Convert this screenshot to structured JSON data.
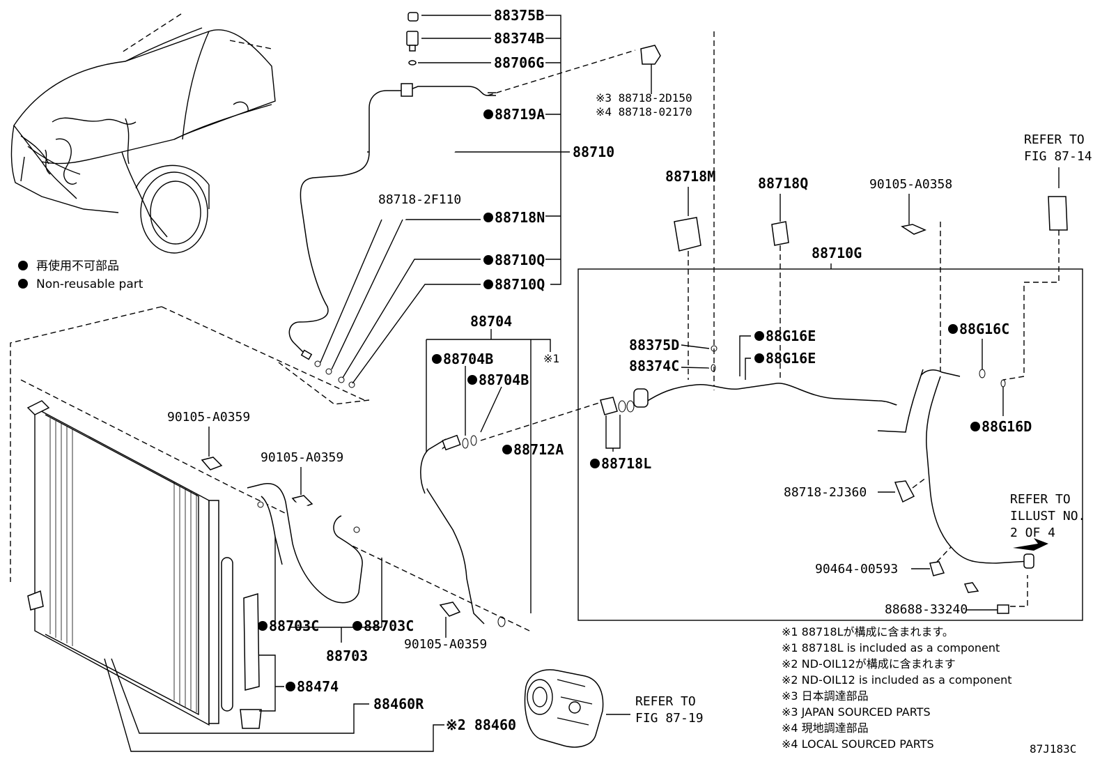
{
  "legend": {
    "jp": "再使用不可部品",
    "en": "Non-reusable part"
  },
  "labels": {
    "p88375B": "88375B",
    "p88374B": "88374B",
    "p88706G": "88706G",
    "p88719A": "88719A",
    "p88710": "88710",
    "p88718_2F110": "88718-2F110",
    "p88718N": "88718N",
    "p88710Q_1": "88710Q",
    "p88710Q_2": "88710Q",
    "p88718_2D150": "※3 88718-2D150",
    "p88718_02170": "※4 88718-02170",
    "refer_87_14_a": "REFER TO",
    "refer_87_14_b": "FIG 87-14",
    "p88718M": "88718M",
    "p88718Q": "88718Q",
    "p90105_A0358": "90105-A0358",
    "p88710G": "88710G",
    "p88704": "88704",
    "p88704B_1": "88704B",
    "p88704B_2": "88704B",
    "note1_mark": "※1",
    "p88712A": "88712A",
    "p88375D": "88375D",
    "p88374C": "88374C",
    "p88G16E_1": "88G16E",
    "p88G16E_2": "88G16E",
    "p88G16C": "88G16C",
    "p88G16D": "88G16D",
    "p88718L": "88718L",
    "p88718_2J360": "88718-2J360",
    "refer_illust_a": "REFER TO",
    "refer_illust_b": "ILLUST NO.",
    "refer_illust_c": "2 OF 4",
    "p90464_00593": "90464-00593",
    "p88688_33240": "88688-33240",
    "p90105_A0359_1": "90105-A0359",
    "p90105_A0359_2": "90105-A0359",
    "p90105_A0359_3": "90105-A0359",
    "p88703C_1": "88703C",
    "p88703C_2": "88703C",
    "p88703": "88703",
    "p88474": "88474",
    "p88460R": "88460R",
    "p88460": "※2 88460",
    "refer_87_19_a": "REFER TO",
    "refer_87_19_b": "FIG 87-19",
    "figure_code": "87J183C"
  },
  "notes": [
    "※1 88718Lが構成に含まれます。",
    "※1 88718L is included as a component",
    "※2 ND-OIL12が構成に含まれます",
    "※2 ND-OIL12 is included as a component",
    "※3  日本調達部品",
    "※3  JAPAN SOURCED PARTS",
    "※4  現地調達部品",
    "※4  LOCAL SOURCED PARTS"
  ]
}
